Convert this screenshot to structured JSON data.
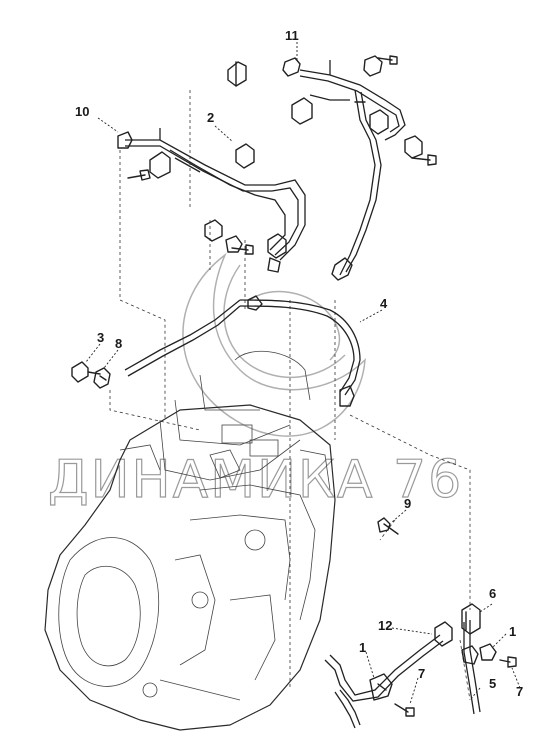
{
  "callouts": {
    "c11": "11",
    "c10": "10",
    "c2": "2",
    "c4": "4",
    "c3": "3",
    "c8": "8",
    "c9": "9",
    "c6": "6",
    "c12": "12",
    "c1a": "1",
    "c1b": "1",
    "c7a": "7",
    "c7b": "7",
    "c5": "5"
  },
  "watermark": {
    "text": "ДИНАМИКА 76"
  }
}
